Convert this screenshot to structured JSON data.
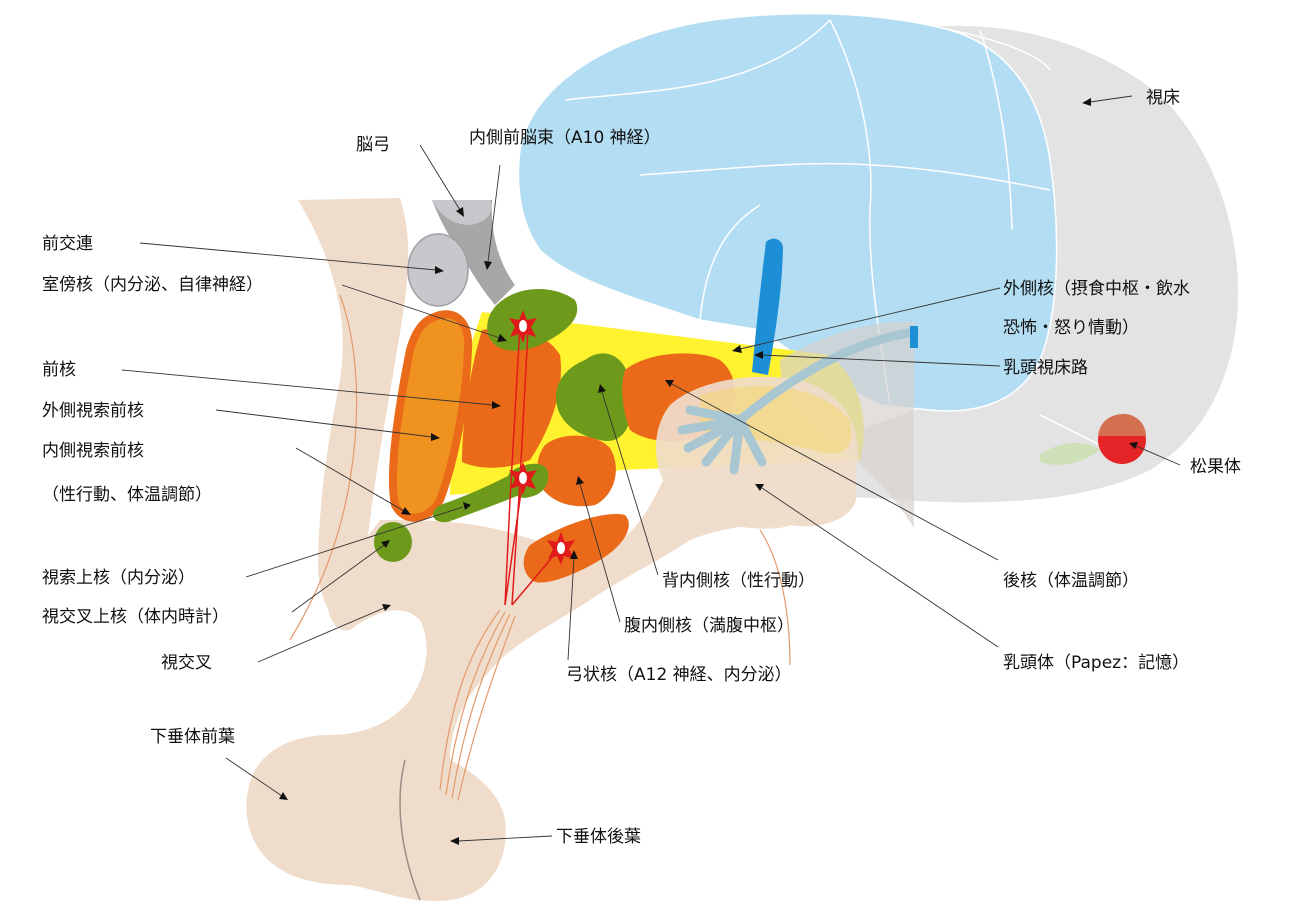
{
  "labels": {
    "thalamus": "視床",
    "fornix": "脳弓",
    "mfb": "内側前脳束（A10 神経）",
    "anterior_commissure": "前交連",
    "paraventricular": "室傍核（内分泌、自律神経）",
    "anterior_nucleus": "前核",
    "lateral_preoptic": "外側視索前核",
    "medial_preoptic": "内側視索前核",
    "medial_preoptic_note": "（性行動、体温調節）",
    "supraoptic": "視索上核（内分泌）",
    "suprachiasmatic": "視交叉上核（体内時計）",
    "optic_chiasm": "視交叉",
    "anterior_pituitary": "下垂体前葉",
    "posterior_pituitary": "下垂体後葉",
    "lateral_line1": "外側核（摂食中枢・飲水",
    "lateral_line2": "恐怖・怒り情動）",
    "mammillothalamic": "乳頭視床路",
    "pineal": "松果体",
    "dorsomedial": "背内側核（性行動）",
    "posterior_nucleus": "後核（体温調節）",
    "ventromedial": "腹内側核（満腹中枢）",
    "mammillary_body": "乳頭体（Papez：記憶）",
    "arcuate": "弓状核（A12 神経、内分泌）"
  },
  "colors": {
    "cortex_blue": "#b3ddf2",
    "thalamus_gray": "#e3e3e3",
    "skin": "#f0dccb",
    "hypothalamus_yellow": "#fff22e",
    "nucleus_orange": "#ea6a1a",
    "preoptic_orange": "#f0921f",
    "nucleus_green": "#6e9a1c",
    "fornix_gray": "#a7a7a7",
    "commissure_gray": "#c8c8cc",
    "tract_blue": "#1c8fd6",
    "pineal_red": "#e42426",
    "neuron_red": "#e11b1b"
  }
}
